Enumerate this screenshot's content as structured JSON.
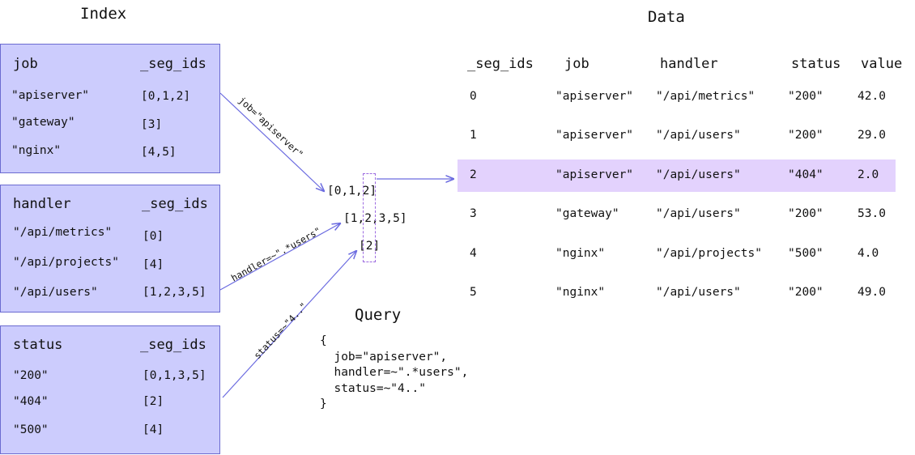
{
  "index": {
    "title": "Index",
    "groups": [
      {
        "label": "job",
        "seg_header": "_seg_ids",
        "rows": [
          {
            "value": "\"apiserver\"",
            "ids": "[0,1,2]"
          },
          {
            "value": "\"gateway\"",
            "ids": "[3]"
          },
          {
            "value": "\"nginx\"",
            "ids": "[4,5]"
          }
        ]
      },
      {
        "label": "handler",
        "seg_header": "_seg_ids",
        "rows": [
          {
            "value": "\"/api/metrics\"",
            "ids": "[0]"
          },
          {
            "value": "\"/api/projects\"",
            "ids": "[4]"
          },
          {
            "value": "\"/api/users\"",
            "ids": "[1,2,3,5]"
          }
        ]
      },
      {
        "label": "status",
        "seg_header": "_seg_ids",
        "rows": [
          {
            "value": "\"200\"",
            "ids": "[0,1,3,5]"
          },
          {
            "value": "\"404\"",
            "ids": "[2]"
          },
          {
            "value": "\"500\"",
            "ids": "[4]"
          }
        ]
      }
    ]
  },
  "arrows": {
    "job_filter": "job=\"apiserver\"",
    "handler_filter": "handler=~\".*users\"",
    "status_filter": "status=~\"4..\""
  },
  "intermediate": {
    "job_ids": "[0,1,2]",
    "handler_ids": "[1,2,3,5]",
    "status_ids": "[2]"
  },
  "query": {
    "title": "Query",
    "lines": [
      "{",
      "  job=\"apiserver\",",
      "  handler=~\".*users\",",
      "  status=~\"4..\"",
      "}"
    ]
  },
  "data": {
    "title": "Data",
    "columns": [
      "_seg_ids",
      "job",
      "handler",
      "status",
      "value"
    ],
    "rows": [
      [
        "0",
        "\"apiserver\"",
        "\"/api/metrics\"",
        "\"200\"",
        "42.0"
      ],
      [
        "1",
        "\"apiserver\"",
        "\"/api/users\"",
        "\"200\"",
        "29.0"
      ],
      [
        "2",
        "\"apiserver\"",
        "\"/api/users\"",
        "\"404\"",
        "2.0"
      ],
      [
        "3",
        "\"gateway\"",
        "\"/api/users\"",
        "\"200\"",
        "53.0"
      ],
      [
        "4",
        "\"nginx\"",
        "\"/api/projects\"",
        "\"500\"",
        "4.0"
      ],
      [
        "5",
        "\"nginx\"",
        "\"/api/users\"",
        "\"200\"",
        "49.0"
      ]
    ],
    "highlighted_row": 2,
    "highlight_color": "#e3d2fd"
  },
  "colors": {
    "box_fill": "#ccccfd",
    "box_border": "#6b6bd0",
    "arrow": "#6b6be0",
    "dashed_box": "#9c6ae0"
  }
}
